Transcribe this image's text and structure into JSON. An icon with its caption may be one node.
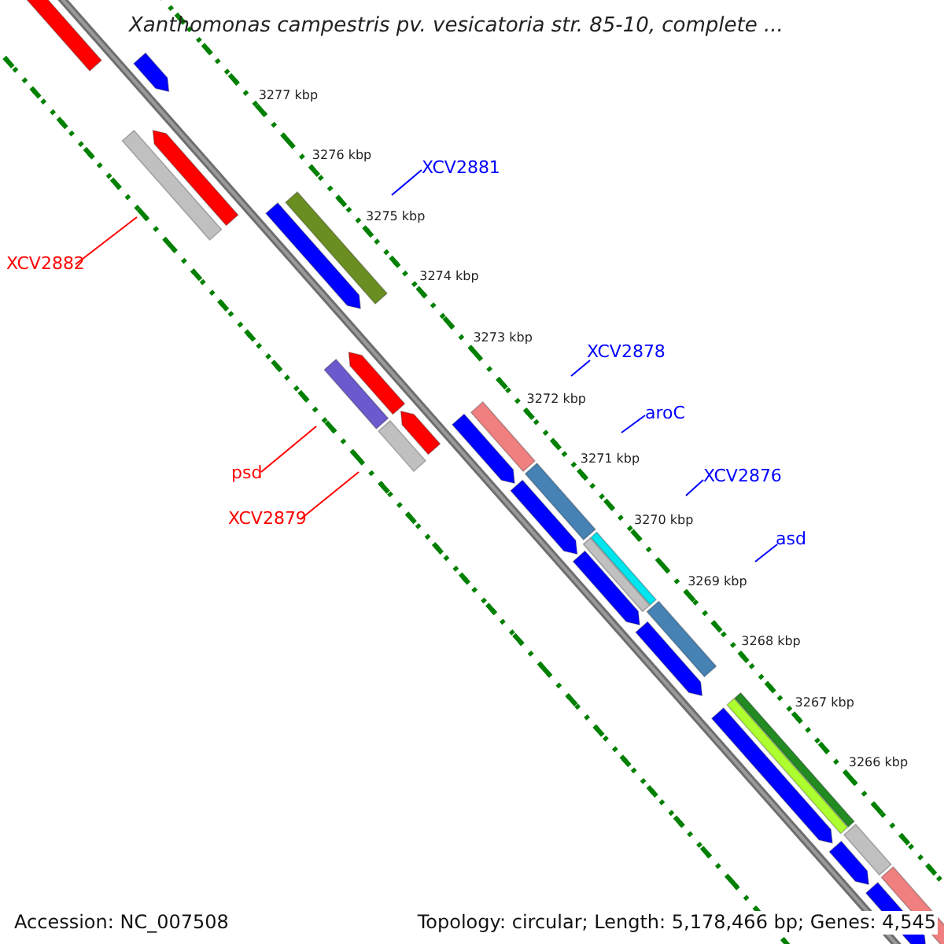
{
  "diagram": {
    "title": "Xanthomonas campestris pv. vesicatoria str. 85-10, complete ...",
    "nodes": [
      {
        "text": [
          "XCV2881"
        ]
      },
      {
        "text": [
          "XCV2882"
        ]
      },
      {
        "text": [
          "XCV2878"
        ]
      },
      {
        "text": [
          "aroC"
        ]
      },
      {
        "text": [
          "psd"
        ]
      },
      {
        "text": [
          "XCV2876"
        ]
      },
      {
        "text": [
          "XCV2879"
        ]
      },
      {
        "text": [
          "asd"
        ]
      }
    ],
    "edges": [
      {
        "from": 0,
        "to": null,
        "arrow": "none",
        "color": "#0000ff"
      },
      {
        "from": 1,
        "to": null,
        "arrow": "none",
        "color": "#ff0000"
      },
      {
        "from": 2,
        "to": null,
        "arrow": "none",
        "color": "#0000ff"
      },
      {
        "from": 3,
        "to": null,
        "arrow": "none",
        "color": "#0000ff"
      },
      {
        "from": 4,
        "to": null,
        "arrow": "none",
        "color": "#ff0000"
      },
      {
        "from": 5,
        "to": null,
        "arrow": "none",
        "color": "#0000ff"
      },
      {
        "from": 6,
        "to": null,
        "arrow": "none",
        "color": "#ff0000"
      },
      {
        "from": 7,
        "to": null,
        "arrow": "none",
        "color": "#0000ff"
      }
    ],
    "labels": [
      "3277 kbp",
      "3276 kbp",
      "3275 kbp",
      "3274 kbp",
      "3273 kbp",
      "3272 kbp",
      "3271 kbp",
      "3270 kbp",
      "3269 kbp",
      "3268 kbp",
      "3267 kbp",
      "3266 kbp",
      "Accession: NC_007508",
      "Topology: circular; Length: 5,178,466 bp; Genes: 4,545"
    ]
  }
}
